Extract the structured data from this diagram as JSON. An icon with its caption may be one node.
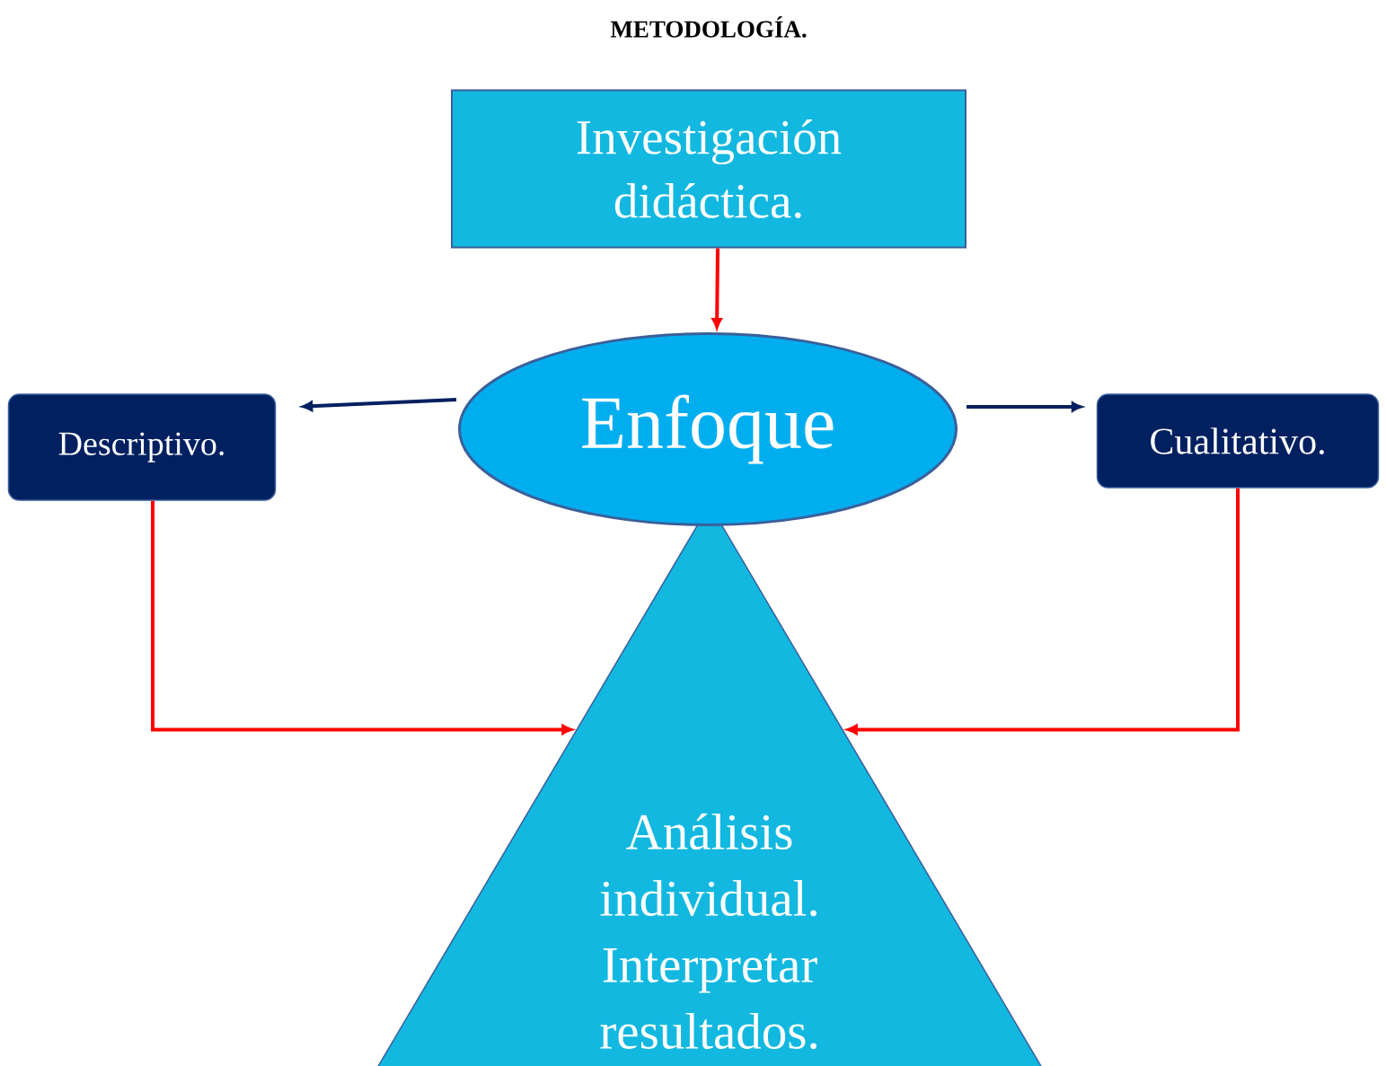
{
  "diagram": {
    "title": "METODOLOGÍA.",
    "nodes": [
      {
        "text": [
          "Investigación didáctica."
        ]
      },
      {
        "text": [
          "Enfoque"
        ]
      },
      {
        "text": [
          "Descriptivo."
        ]
      },
      {
        "text": [
          "Cualitativo."
        ]
      },
      {
        "text": [
          "Análisis individual. Interpretar resultados."
        ]
      }
    ],
    "edges": [
      {
        "from": 0,
        "to": 1,
        "arrow": "to"
      },
      {
        "from": 1,
        "to": 2,
        "arrow": "to",
        "color": "#002060"
      },
      {
        "from": 1,
        "to": 3,
        "arrow": "to",
        "color": "#002060"
      },
      {
        "from": 2,
        "to": 4,
        "arrow": "to"
      },
      {
        "from": 3,
        "to": 4,
        "arrow": "to"
      }
    ]
  }
}
